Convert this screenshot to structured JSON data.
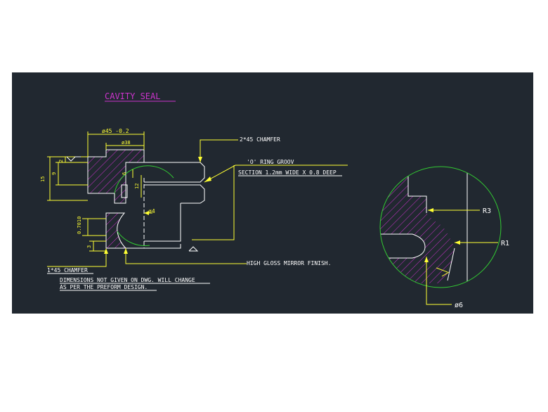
{
  "title": "CAVITY SEAL",
  "colors": {
    "background": "#212830",
    "title": "#cc33cc",
    "outline": "#ffffff",
    "dimension": "#ffff33",
    "hatch": "#cc33cc",
    "circle": "#33cc33"
  },
  "dims": {
    "d45": "ø45 -0.2",
    "d38": "ø38",
    "d4": "ø4",
    "d6": "ø6",
    "r3": "R3",
    "r1": "R1",
    "v15": "15",
    "v9": "9",
    "v2": "2",
    "v6": "6",
    "v12": "12",
    "v3": "3",
    "v07010": "0.7010"
  },
  "notes": {
    "chamfer_top": "2*45 CHAMFER",
    "oring_1": "'O' RING GROOV",
    "oring_2": "SECTION 1.2mm WIDE X 0.8 DEEP",
    "mirror": "HIGH GLOSS MIRROR FINISH.",
    "chamfer_bottom": "1*45 CHAMFER",
    "dims_note_1": "DIMENSIONS NOT GIVEN ON DWG. WILL CHANGE",
    "dims_note_2": "AS PER THE PREFORM DESIGN."
  }
}
